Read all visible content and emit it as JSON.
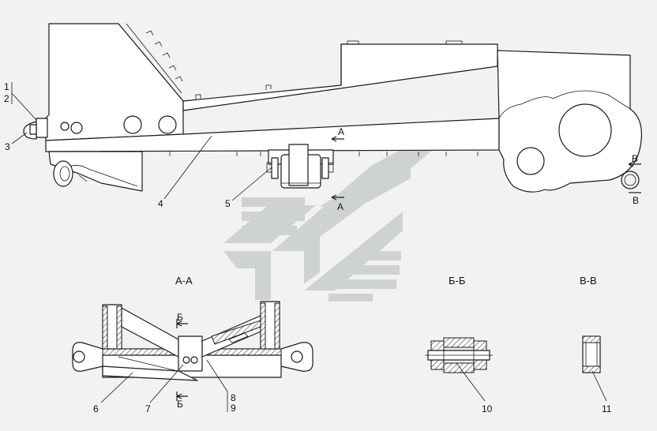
{
  "drawing": {
    "callouts": [
      "1",
      "2",
      "3",
      "4",
      "5",
      "6",
      "7",
      "8",
      "9",
      "10",
      "11"
    ],
    "section_titles": {
      "aa": "А-А",
      "bb": "Б-Б",
      "vv": "В-В"
    },
    "section_marks": {
      "a": "А",
      "b": "Б",
      "v": "В"
    },
    "colors": {
      "line": "#1a1a1a",
      "background": "#f2f2f2",
      "watermark": "#cfd3cf"
    }
  }
}
